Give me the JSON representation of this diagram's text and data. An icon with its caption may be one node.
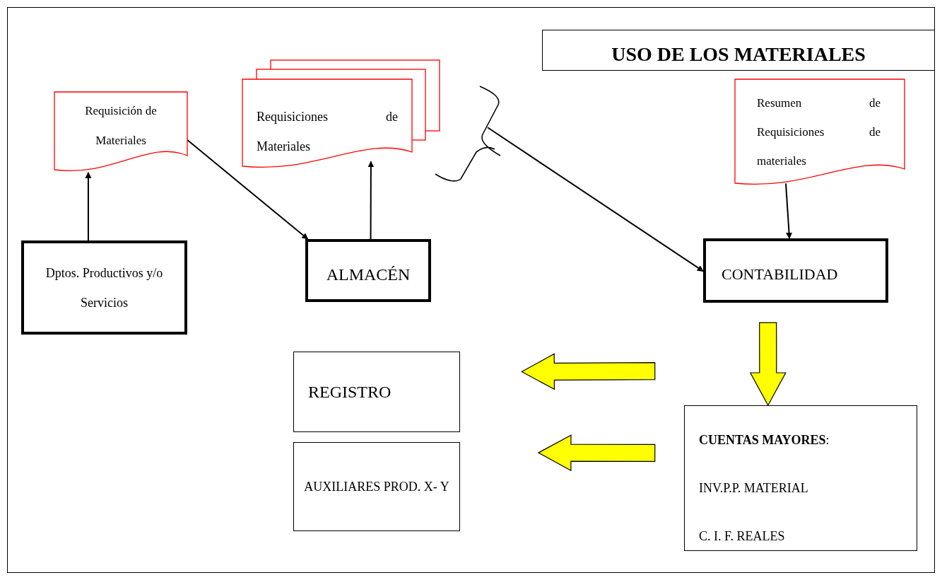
{
  "diagram": {
    "title": "USO DE LOS MATERIALES",
    "nodes": [
      {
        "text": [
          "Requisición de Materiales"
        ]
      },
      {
        "text": [
          "Requisiciones de Materiales"
        ]
      },
      {
        "text": [
          "Resumen de Requisiciones de materiales"
        ]
      },
      {
        "text": [
          "Dptos. Productivos y/o Servicios"
        ]
      },
      {
        "text": [
          "ALMACÉN"
        ]
      },
      {
        "text": [
          "CONTABILIDAD"
        ]
      },
      {
        "text": [
          "REGISTRO"
        ]
      },
      {
        "text": [
          "AUXILIARES PROD. X- Y"
        ]
      },
      {
        "text": [
          "**CUENTAS MAYORES**:",
          "INV.P.P. MATERIAL",
          "C. I. F. REALES"
        ]
      },
      {
        "text": [],
        "shape": "bracket"
      }
    ],
    "edges": [
      {
        "from": 3,
        "to": 0,
        "arrow": "to"
      },
      {
        "from": 0,
        "to": 4,
        "arrow": "to"
      },
      {
        "from": 4,
        "to": 1,
        "arrow": "to"
      },
      {
        "from": 9,
        "to": 5,
        "arrow": "to"
      },
      {
        "from": 2,
        "to": 5,
        "arrow": "to"
      },
      {
        "from": 5,
        "to": 8,
        "arrow": "to",
        "style": "thick",
        "color": "#ffff00"
      },
      {
        "from": 8,
        "to": 6,
        "arrow": "to",
        "style": "thick",
        "color": "#ffff00"
      },
      {
        "from": 8,
        "to": 7,
        "arrow": "to",
        "style": "thick",
        "color": "#ffff00"
      }
    ]
  }
}
